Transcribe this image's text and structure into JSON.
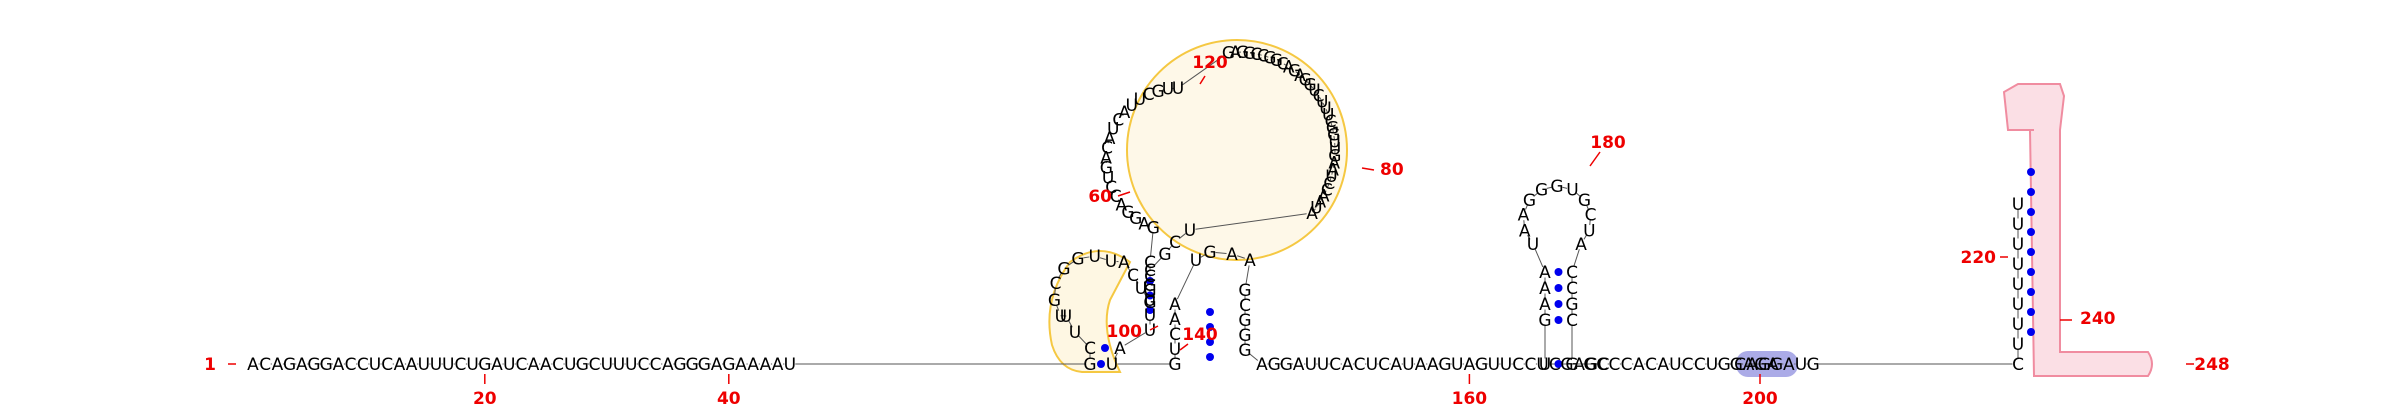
{
  "sequence": "ACAGAGGACCUCAAUUUCUGAUCAACUGCUUUCCAGGGAGAAAAUGCUUUGCGGUUACUGGCCGAGGACCUGACAUCAUUCGUUGAGGCCGGCAGAGGUCUUUCGGUUGAAUCCAAUAUCGCGUUUAUGUCAAUGAAGCGGGAGGAUUCACUCAUAAGUAGUUCCUCGAGCUGAAAUAAGGGUGCUACCGCGGCCCACAUCCUGGAGACAGGAUGCUUUUUUUU",
  "length": 248,
  "backbone_start_label": "1",
  "backbone_end_label": "248",
  "tick_labels": [
    {
      "text": "20"
    },
    {
      "text": "40"
    },
    {
      "text": "60"
    },
    {
      "text": "80"
    },
    {
      "text": "100"
    },
    {
      "text": "120"
    },
    {
      "text": "140"
    },
    {
      "text": "160"
    },
    {
      "text": "180"
    },
    {
      "text": "200"
    },
    {
      "text": "220"
    },
    {
      "text": "240"
    }
  ],
  "highlights": [
    {
      "name": "yellow-loop-left",
      "color": "#f5c842"
    },
    {
      "name": "yellow-loop-center",
      "color": "#f5c842"
    },
    {
      "name": "blue-site",
      "color": "#8888dd"
    },
    {
      "name": "pink-terminator",
      "color": "#f08ca0"
    }
  ],
  "colors": {
    "pair": "#0000ee",
    "label": "#ee0000",
    "base": "#000000"
  }
}
